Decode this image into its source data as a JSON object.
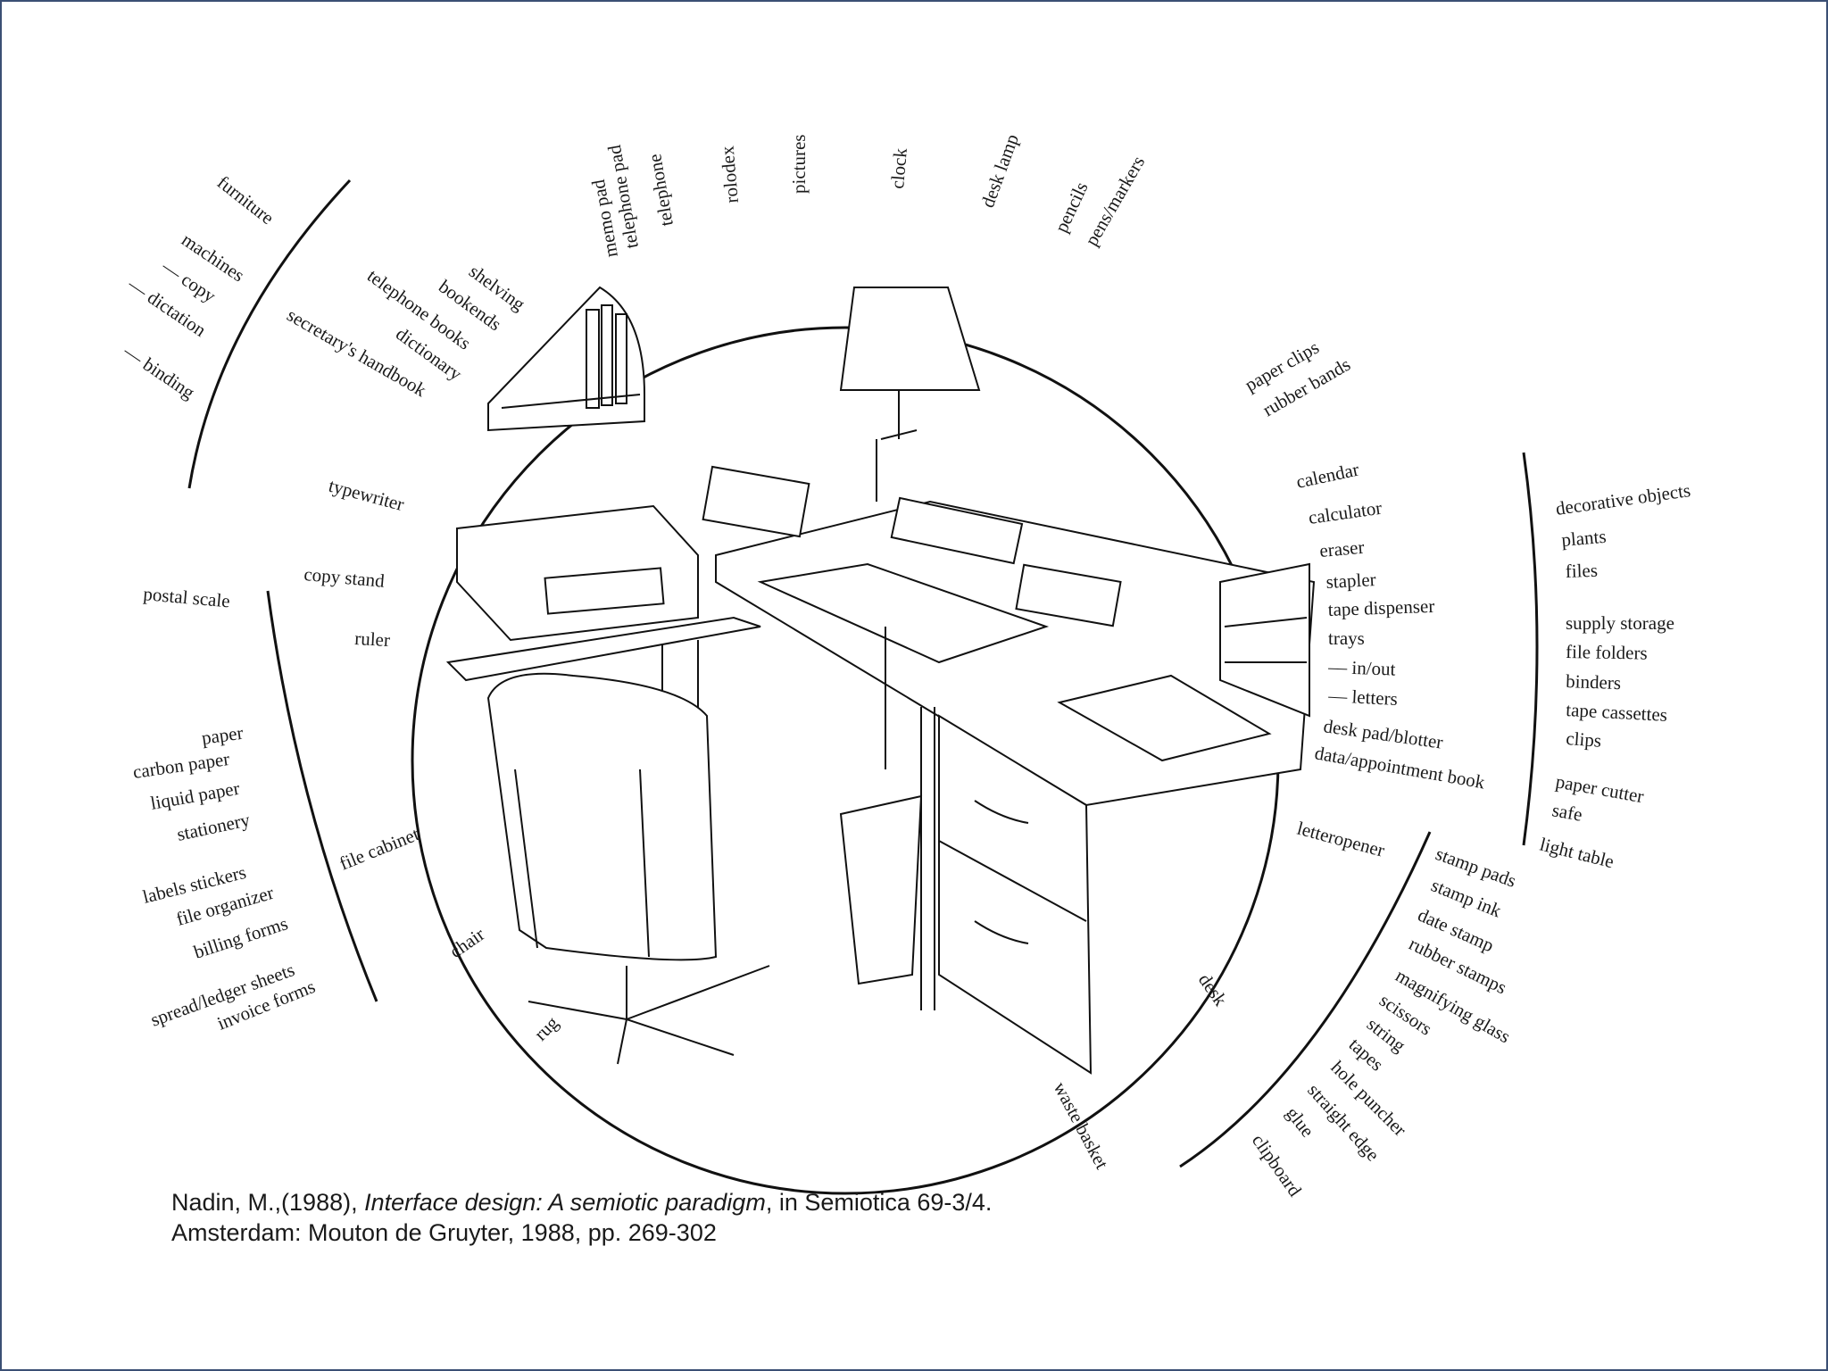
{
  "labels": {
    "furniture": "furniture",
    "machines": "machines",
    "copy": "— copy",
    "dictation": "— dictation",
    "binding": "— binding",
    "memo_pad": "memo pad",
    "telephone_pad": "telephone pad",
    "telephone": "telephone",
    "rolodex": "rolodex",
    "pictures": "pictures",
    "clock": "clock",
    "desk_lamp": "desk lamp",
    "pencils": "pencils",
    "pens_markers": "pens/markers",
    "shelving": "shelving",
    "bookends": "bookends",
    "telephone_books": "telephone books",
    "dictionary": "dictionary",
    "secretarys_handbook": "secretary's handbook",
    "paper_clips": "paper clips",
    "rubber_bands": "rubber bands",
    "typewriter": "typewriter",
    "copy_stand": "copy stand",
    "ruler": "ruler",
    "postal_scale": "postal scale",
    "calendar": "calendar",
    "calculator": "calculator",
    "eraser": "eraser",
    "stapler": "stapler",
    "tape_dispenser": "tape dispenser",
    "trays": "trays",
    "in_out": "— in/out",
    "letters": "— letters",
    "desk_pad": "desk pad/blotter",
    "data_book": "data/appointment book",
    "decorative_objects": "decorative objects",
    "plants": "plants",
    "files": "files",
    "supply_storage": "supply storage",
    "file_folders": "file folders",
    "binders": "binders",
    "tape_cassettes": "tape cassettes",
    "clips": "clips",
    "paper_cutter": "paper cutter",
    "safe": "safe",
    "light_table": "light table",
    "paper": "paper",
    "carbon_paper": "carbon paper",
    "liquid_paper": "liquid paper",
    "stationery": "stationery",
    "labels_stickers": "labels   stickers",
    "file_organizer": "file organizer",
    "billing_forms": "billing forms",
    "spread_sheets": "spread/ledger sheets",
    "invoice_forms": "invoice forms",
    "file_cabinet": "file cabinet",
    "chair": "chair",
    "rug": "rug",
    "letteropener": "letteropener",
    "desk": "desk",
    "waste_basket": "waste basket",
    "stamp_pads": "stamp pads",
    "stamp_ink": "stamp ink",
    "date_stamp": "date stamp",
    "rubber_stamps": "rubber stamps",
    "magnifying_glass": "magnifying glass",
    "scissors": "scissors",
    "string": "string",
    "tapes": "tapes",
    "hole_puncher": "hole puncher",
    "straight_edge": "straight edge",
    "glue": "glue",
    "clipboard": "clipboard"
  },
  "citation": {
    "line1_prefix": "Nadin, M.,(1988), ",
    "line1_title": "Interface design: A semiotic paradigm",
    "line1_suffix": ", in Semiotica 69-3/4.",
    "line2": "Amsterdam: Mouton de Gruyter, 1988, pp. 269-302"
  },
  "colors": {
    "frame_border": "#3b4f74",
    "ink": "#111111"
  }
}
